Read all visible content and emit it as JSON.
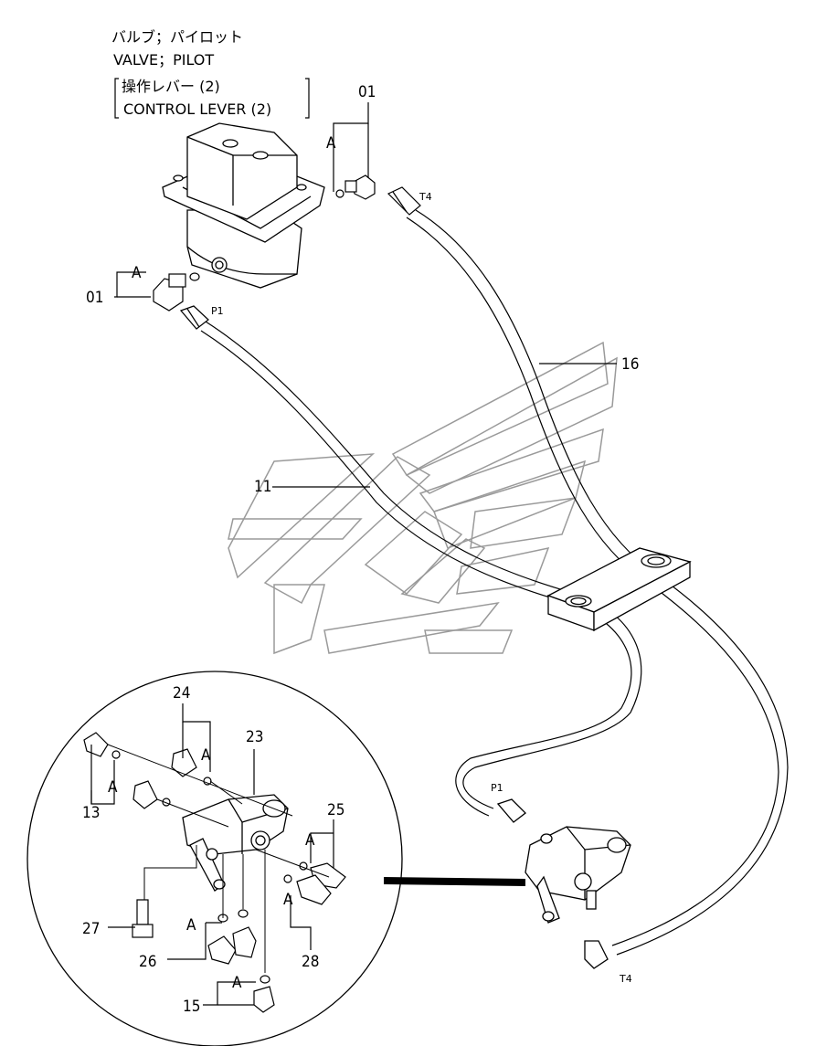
{
  "header": {
    "line1": "バルブ；パイロット",
    "line2": "VALVE；PILOT",
    "line3": "操作レバー (2)",
    "line4": "CONTROL LEVER (2)"
  },
  "callouts": {
    "c01_top": "01",
    "c01_left": "01",
    "c16": "16",
    "c11": "11",
    "c24": "24",
    "c23": "23",
    "c13": "13",
    "c25": "25",
    "c27": "27",
    "c26": "26",
    "c28": "28",
    "c15": "15"
  },
  "ports": {
    "t4_top": "T4",
    "p1_top": "P1",
    "p1_bottom": "P1",
    "t4_bottom": "T4"
  },
  "detail_marks": {
    "a_top": "A",
    "a_left": "A",
    "a_24": "A",
    "a_13": "A",
    "a_25": "A",
    "a_28": "A",
    "a_26": "A",
    "a_15": "A"
  }
}
